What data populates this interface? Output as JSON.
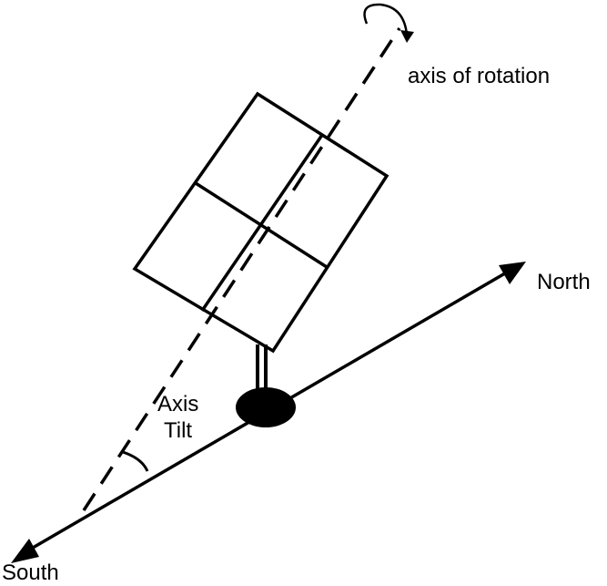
{
  "labels": {
    "axis_of_rotation": "axis of rotation",
    "north": "North",
    "south": "South",
    "axis": "Axis",
    "tilt": "Tilt"
  },
  "colors": {
    "ink": "#000000",
    "background": "#ffffff"
  }
}
